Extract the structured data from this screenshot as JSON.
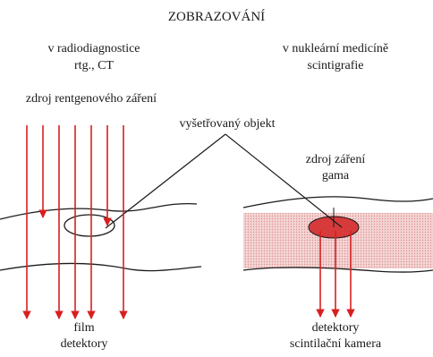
{
  "title": "ZOBRAZOVÁNÍ",
  "left": {
    "heading_line1": "v radiodiagnostice",
    "heading_line2": "rtg., CT",
    "source_label": "zdroj rentgenového záření",
    "bottom_line1": "film",
    "bottom_line2": "detektory"
  },
  "center": {
    "object_label": "vyšetřovaný objekt"
  },
  "right": {
    "heading_line1": "v nukleární medicíně",
    "heading_line2": "scintigrafie",
    "gamma_line1": "zdroj záření",
    "gamma_line2": "gama",
    "bottom_line1": "detektory",
    "bottom_line2": "scintilační kamera"
  },
  "colors": {
    "arrow": "#d91f1f",
    "outline": "#1a1a1a",
    "tissue": "#e8b4b4",
    "gamma_source": "#d63a3a"
  }
}
